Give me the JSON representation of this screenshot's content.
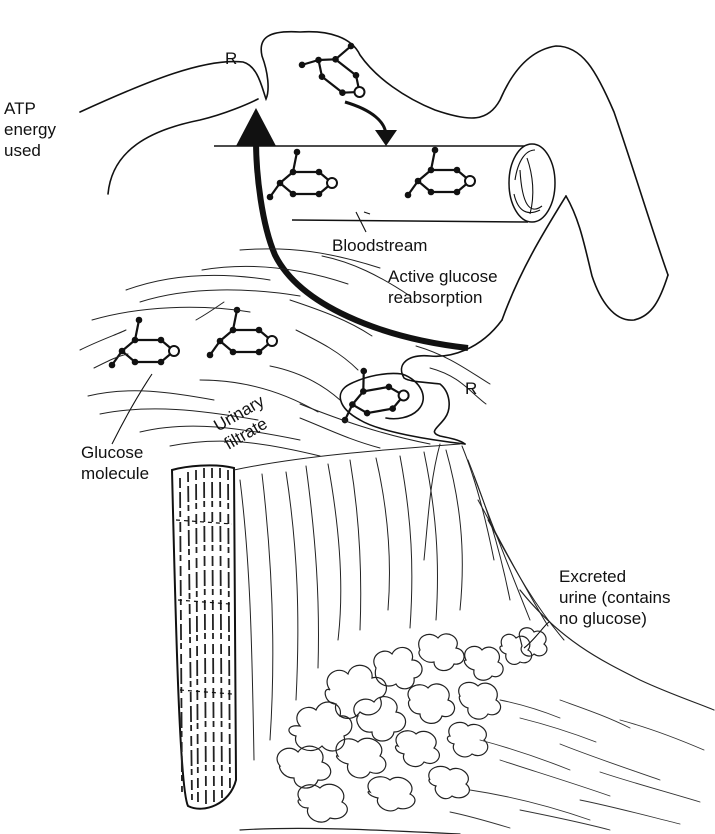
{
  "colors": {
    "ink": "#111111",
    "background": "#ffffff",
    "atom_fill": "#ffffff"
  },
  "labels": {
    "atp": "ATP\nenergy\nused",
    "receptor_top": "R",
    "bloodstream": "Bloodstream",
    "active": "Active glucose\nreabsorption",
    "receptor_bottom": "R",
    "glucose": "Glucose\nmolecule",
    "filtrate": "Urinary\nfiltrate",
    "excreted": "Excreted\nurine (contains\nno glucose)"
  }
}
